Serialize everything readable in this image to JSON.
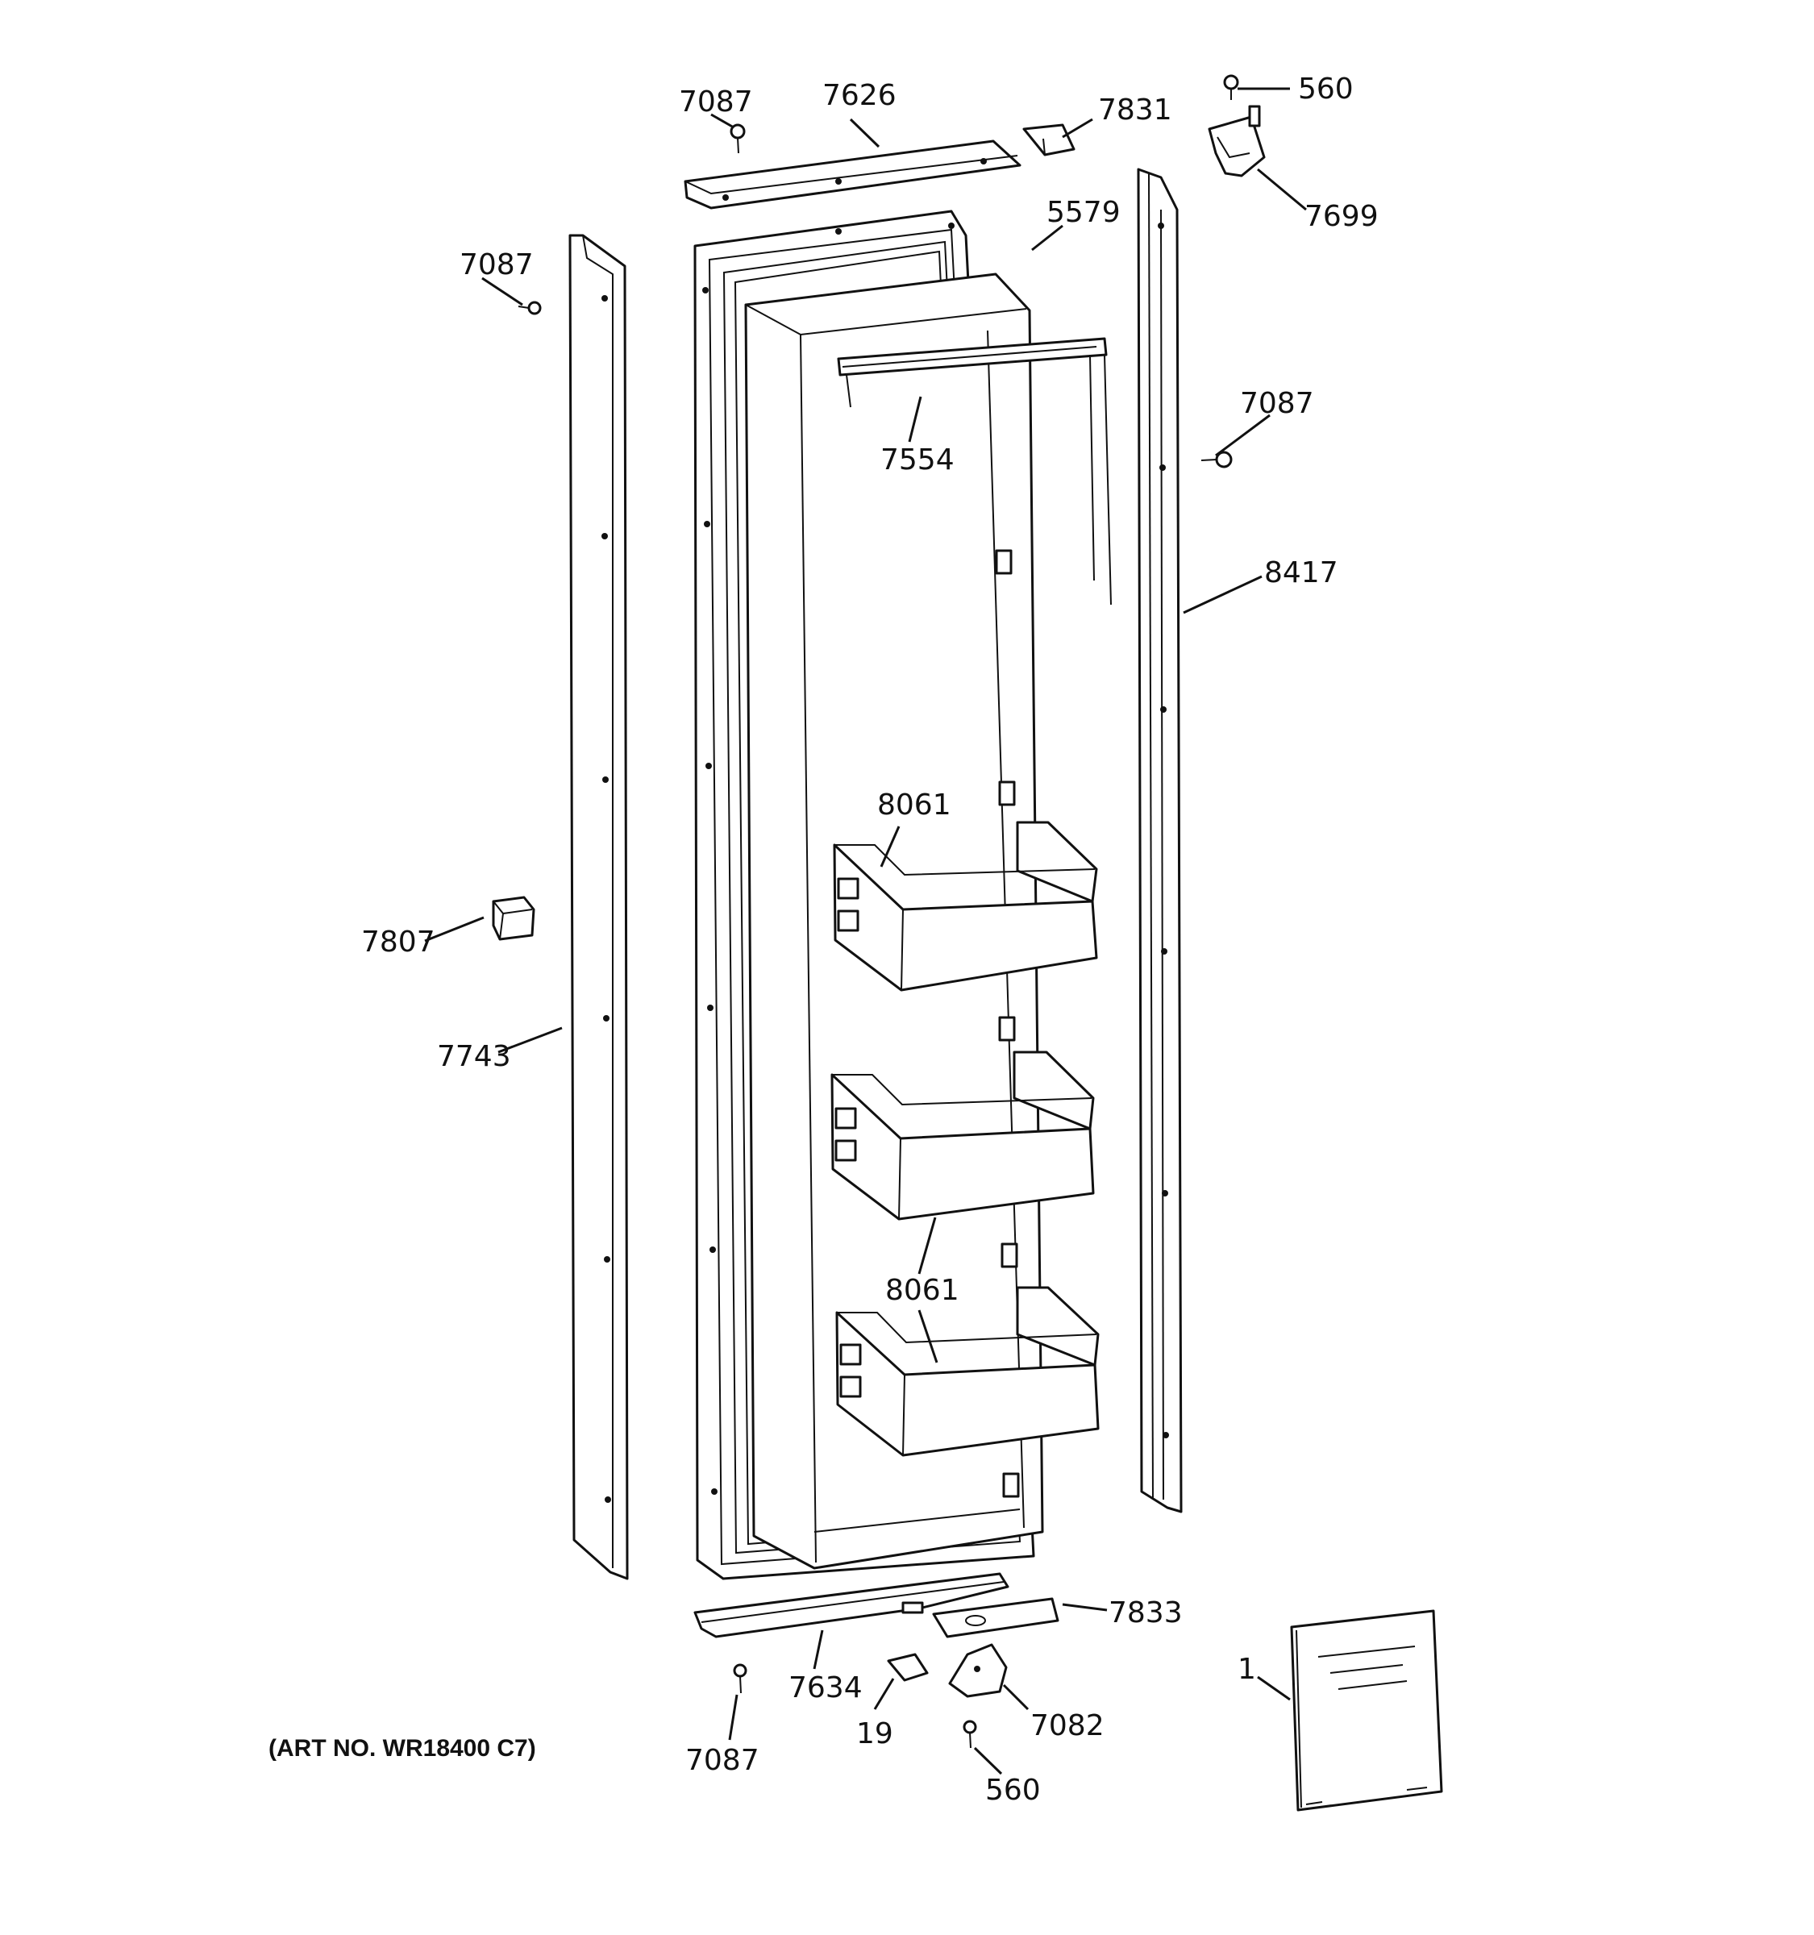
{
  "diagram": {
    "art_number": "(ART NO. WR18400 C7)",
    "callouts": {
      "screw_top_center": "7087",
      "top_trim": "7626",
      "top_hinge_cap": "7831",
      "hinge_screw_top": "560",
      "top_hinge": "7699",
      "door_gasket": "5579",
      "screw_left_trim": "7087",
      "shelf_bar": "7554",
      "screw_right_trim": "7087",
      "right_trim": "8417",
      "bin_top": "8061",
      "magnet_block": "7807",
      "left_trim": "7743",
      "bins_lower": "8061",
      "bottom_hinge_cap": "7833",
      "bottom_trim": "7634",
      "cam": "19",
      "bottom_hinge": "7082",
      "screw_bottom_left": "7087",
      "hinge_screw_bottom": "560",
      "manual": "1"
    }
  }
}
